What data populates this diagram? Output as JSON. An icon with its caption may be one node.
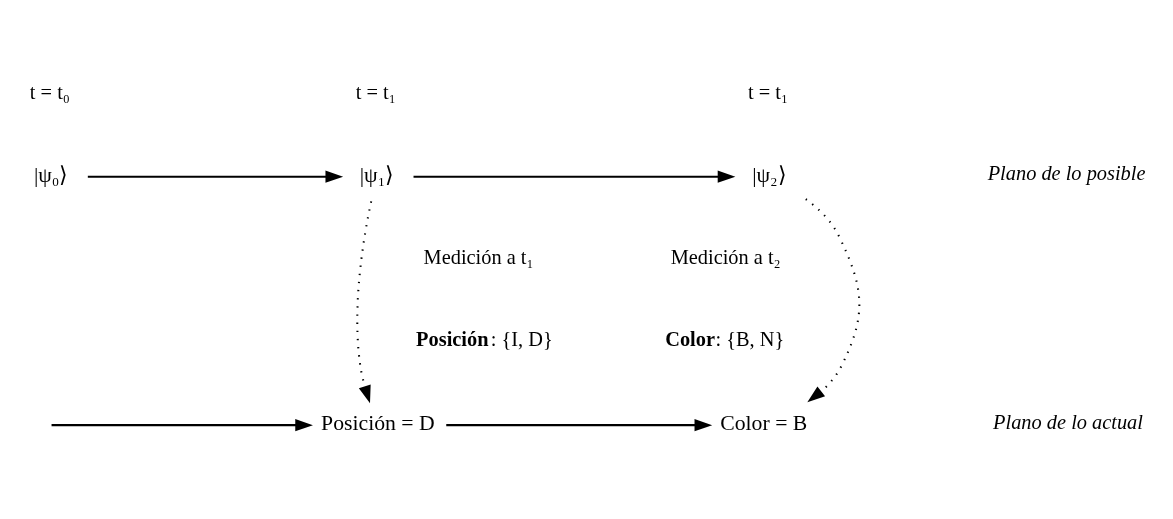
{
  "diagram": {
    "nodes": [
      {
        "text": [
          "|ψ₀⟩"
        ]
      },
      {
        "text": [
          "|ψ₁⟩"
        ]
      },
      {
        "text": [
          "|ψ₂⟩"
        ]
      },
      {
        "text": [
          "Posición = D"
        ]
      },
      {
        "text": [
          "Color = B"
        ]
      }
    ],
    "edges": [
      {
        "from": 0,
        "to": 1,
        "arrow": "to"
      },
      {
        "from": 1,
        "to": 2,
        "arrow": "to"
      },
      {
        "from": 1,
        "to": 3,
        "arrow": "to",
        "style": "dashed"
      },
      {
        "from": 2,
        "to": 4,
        "arrow": "to",
        "style": "dashed"
      },
      {
        "from": null,
        "to": 3,
        "arrow": "to"
      },
      {
        "from": 3,
        "to": 4,
        "arrow": "to"
      }
    ],
    "labels": [
      "t = t₀",
      "t = t₁",
      "t = t₁",
      "Medición a t₁",
      "**Posición**: {I, D}",
      "Medición a t₂",
      "**Color**: {B, N}",
      "Plano de lo posible",
      "Plano de lo actual"
    ]
  }
}
